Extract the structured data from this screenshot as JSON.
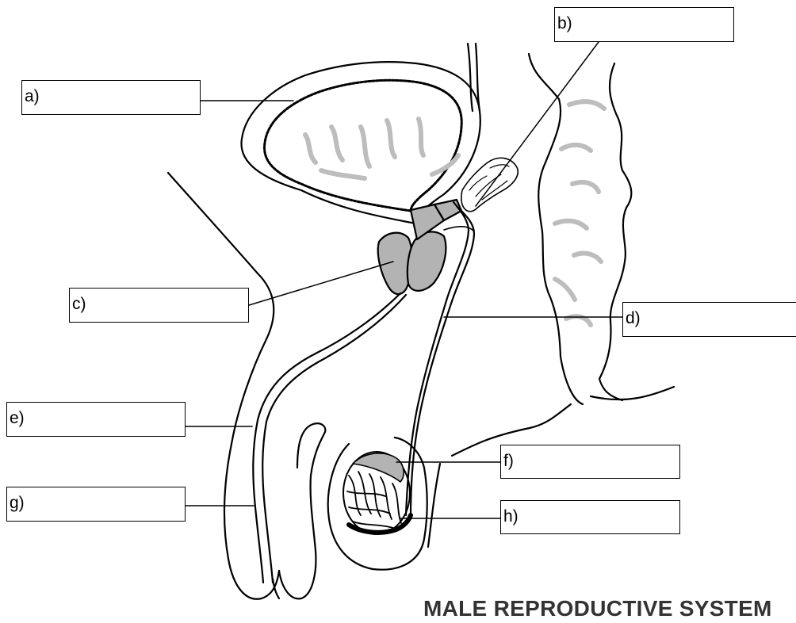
{
  "labels": {
    "a": "a)",
    "b": "b)",
    "c": "c)",
    "d": "d)",
    "e": "e)",
    "f": "f)",
    "g": "g)",
    "h": "h)"
  },
  "title": "MALE REPRODUCTIVE SYSTEM",
  "colors": {
    "outline": "#000000",
    "gland_fill": "#b3b3b3",
    "fold_marks": "#bdbdbd",
    "title_text": "#333333"
  }
}
